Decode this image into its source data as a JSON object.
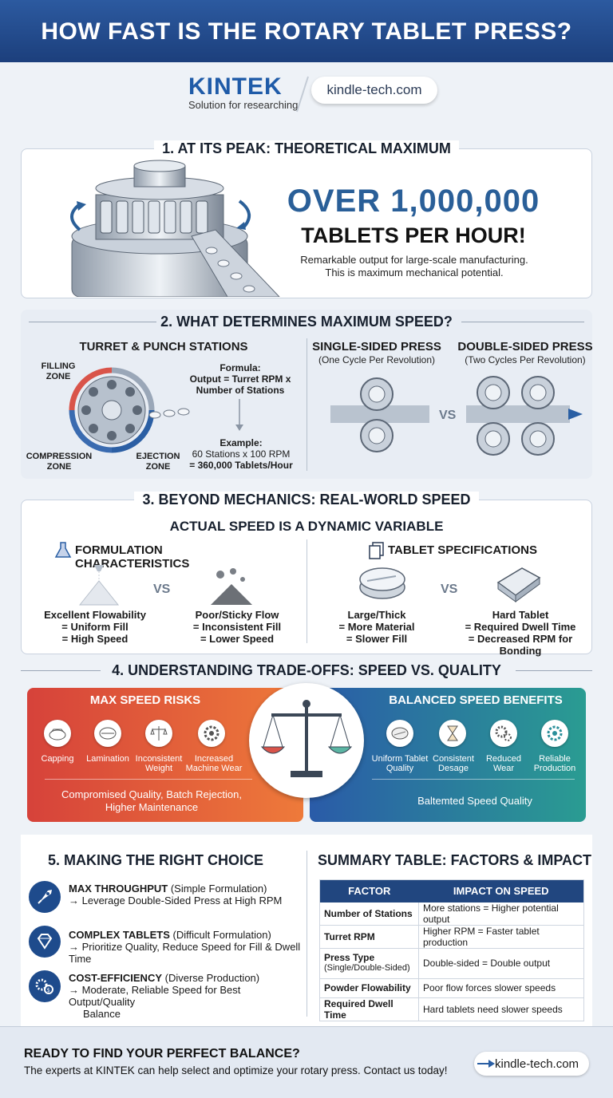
{
  "header": {
    "title": "HOW FAST IS THE ROTARY TABLET PRESS?"
  },
  "brand": {
    "logo": "KINTEK",
    "tagline": "Solution for researching",
    "site": "kindle-tech.com"
  },
  "s1": {
    "title": "1. AT ITS PEAK: THEORETICAL MAXIMUM",
    "big": "OVER 1,000,000",
    "big2": "TABLETS PER HOUR!",
    "line1": "Remarkable output for large-scale manufacturing.",
    "line2": "This is maximum mechanical potential."
  },
  "s2": {
    "title": "2. WHAT DETERMINES MAXIMUM SPEED?",
    "turret_title": "TURRET & PUNCH STATIONS",
    "zone_fill_1": "FILLING",
    "zone_fill_2": "ZONE",
    "zone_comp_1": "COMPRESSION",
    "zone_comp_2": "ZONE",
    "zone_eject_1": "EJECTION",
    "zone_eject_2": "ZONE",
    "formula_label": "Formula:",
    "formula_1": "Output = Turret RPM x",
    "formula_2": "Number of Stations",
    "example_label": "Example:",
    "example_1": "60 Stations x 100 RPM",
    "example_2": "= 360,000 Tablets/Hour",
    "single_title": "SINGLE-SIDED PRESS",
    "single_sub": "(One Cycle Per Revolution)",
    "double_title": "DOUBLE-SIDED PRESS",
    "double_sub": "(Two Cycles Per Revolution)",
    "vs": "VS"
  },
  "s3": {
    "title": "3. BEYOND MECHANICS: REAL-WORLD SPEED",
    "subtitle": "ACTUAL SPEED IS A DYNAMIC VARIABLE",
    "form_title": "FORMULATION CHARACTERISTICS",
    "spec_title": "TABLET SPECIFICATIONS",
    "vs": "VS",
    "a1": "Excellent Flowability",
    "a2": "= Uniform Fill",
    "a3": "= High Speed",
    "b1": "Poor/Sticky Flow",
    "b2": "= Inconsistent Fill",
    "b3": "= Lower Speed",
    "c1": "Large/Thick",
    "c2": "= More Material",
    "c3": "= Slower Fill",
    "d1": "Hard Tablet",
    "d2": "= Required Dwell Time",
    "d3": "= Decreased RPM for Bonding"
  },
  "s4": {
    "title": "4. UNDERSTANDING TRADE-OFFS: SPEED VS. QUALITY",
    "risk_title": "MAX SPEED RISKS",
    "risks": [
      "Capping",
      "Lamination",
      "Inconsistent|Weight",
      "Increased|Machine Wear"
    ],
    "risk_footer_1": "Compromised Quality, Batch Rejection,",
    "risk_footer_2": "Higher Maintenance",
    "bene_title": "BALANCED SPEED BENEFITS",
    "benefits": [
      "Uniform Tablet|Quality",
      "Consistent|Desage",
      "Reduced|Wear",
      "Reliable|Production"
    ],
    "bene_footer": "Baltemted Speed Quality"
  },
  "s5": {
    "title": "5. MAKING THE RIGHT CHOICE",
    "c1_head": "MAX THROUGHPUT",
    "c1_paren": " (Simple Formulation)",
    "c1_body": "→ Leverage Double-Sided Press at High RPM",
    "c2_head": "COMPLEX TABLETS",
    "c2_paren": " (Difficult Formulation)",
    "c2_body": "→ Prioritize Quality, Reduce Speed for Fill & Dwell Time",
    "c3_head": "COST-EFFICIENCY",
    "c3_paren": " (Diverse Production)",
    "c3_body_1": "→ Moderate, Reliable Speed for Best Output/Quality",
    "c3_body_2": "Balance"
  },
  "summary": {
    "title": "SUMMARY TABLE: FACTORS & IMPACT",
    "col1": "FACTOR",
    "col2": "IMPACT ON SPEED",
    "rows": [
      {
        "f": "Number of Stations",
        "i": "More stations = Higher potential output"
      },
      {
        "f": "Turret RPM",
        "i": "Higher RPM = Faster tablet production"
      },
      {
        "f": "Press Type",
        "f2": "(Single/Double-Sided)",
        "i": "Double-sided = Double output"
      },
      {
        "f": "Powder Flowability",
        "i": "Poor flow forces slower speeds"
      },
      {
        "f": "Required Dwell Time",
        "i": "Hard tablets need slower speeds"
      }
    ]
  },
  "footer": {
    "cta": "READY TO FIND YOUR PERFECT BALANCE?",
    "text": "The experts at KINTEK can help select and optimize your rotary press. Contact us today!",
    "site": "kindle-tech.com"
  },
  "colors": {
    "brand_blue": "#1f5ba8",
    "risk_red": "#d6423a",
    "benefit_teal": "#2a9c92"
  }
}
